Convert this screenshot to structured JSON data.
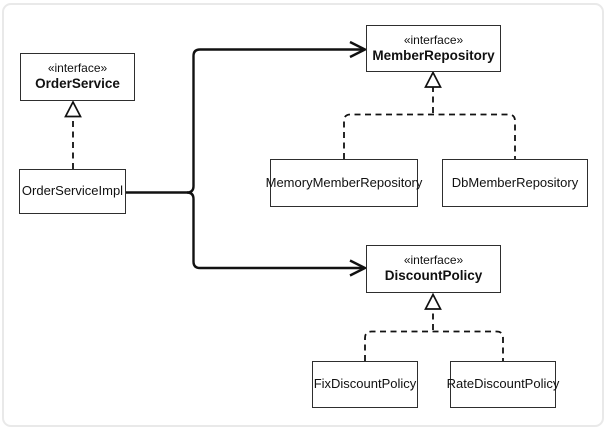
{
  "diagram": {
    "type": "uml-class-diagram",
    "nodes": [
      {
        "id": "order-service",
        "kind": "interface",
        "stereotype": "«interface»",
        "name": "OrderService"
      },
      {
        "id": "order-service-impl",
        "kind": "class",
        "name": "OrderServiceImpl"
      },
      {
        "id": "member-repository",
        "kind": "interface",
        "stereotype": "«interface»",
        "name": "MemberRepository"
      },
      {
        "id": "memory-member-repository",
        "kind": "class",
        "name": "MemoryMemberRepository"
      },
      {
        "id": "db-member-repository",
        "kind": "class",
        "name": "DbMemberRepository"
      },
      {
        "id": "discount-policy",
        "kind": "interface",
        "stereotype": "«interface»",
        "name": "DiscountPolicy"
      },
      {
        "id": "fix-discount-policy",
        "kind": "class",
        "name": "FixDiscountPolicy"
      },
      {
        "id": "rate-discount-policy",
        "kind": "class",
        "name": "RateDiscountPolicy"
      }
    ],
    "edges": [
      {
        "from": "OrderServiceImpl",
        "to": "OrderService",
        "type": "realization",
        "line": "dashed",
        "head": "hollow-triangle"
      },
      {
        "from": "MemoryMemberRepository",
        "to": "MemberRepository",
        "type": "realization",
        "line": "dashed",
        "head": "hollow-triangle"
      },
      {
        "from": "DbMemberRepository",
        "to": "MemberRepository",
        "type": "realization",
        "line": "dashed",
        "head": "hollow-triangle"
      },
      {
        "from": "FixDiscountPolicy",
        "to": "DiscountPolicy",
        "type": "realization",
        "line": "dashed",
        "head": "hollow-triangle"
      },
      {
        "from": "RateDiscountPolicy",
        "to": "DiscountPolicy",
        "type": "realization",
        "line": "dashed",
        "head": "hollow-triangle"
      },
      {
        "from": "OrderServiceImpl",
        "to": "MemberRepository",
        "type": "dependency",
        "line": "solid",
        "head": "open-arrow"
      },
      {
        "from": "OrderServiceImpl",
        "to": "DiscountPolicy",
        "type": "dependency",
        "line": "solid",
        "head": "open-arrow"
      }
    ],
    "colors": {
      "line": "#111111",
      "box_border": "#2e2e2e",
      "box_fill": "#ffffff",
      "text": "#111111",
      "frame": "#e9e9e9",
      "background": "#ffffff"
    }
  }
}
